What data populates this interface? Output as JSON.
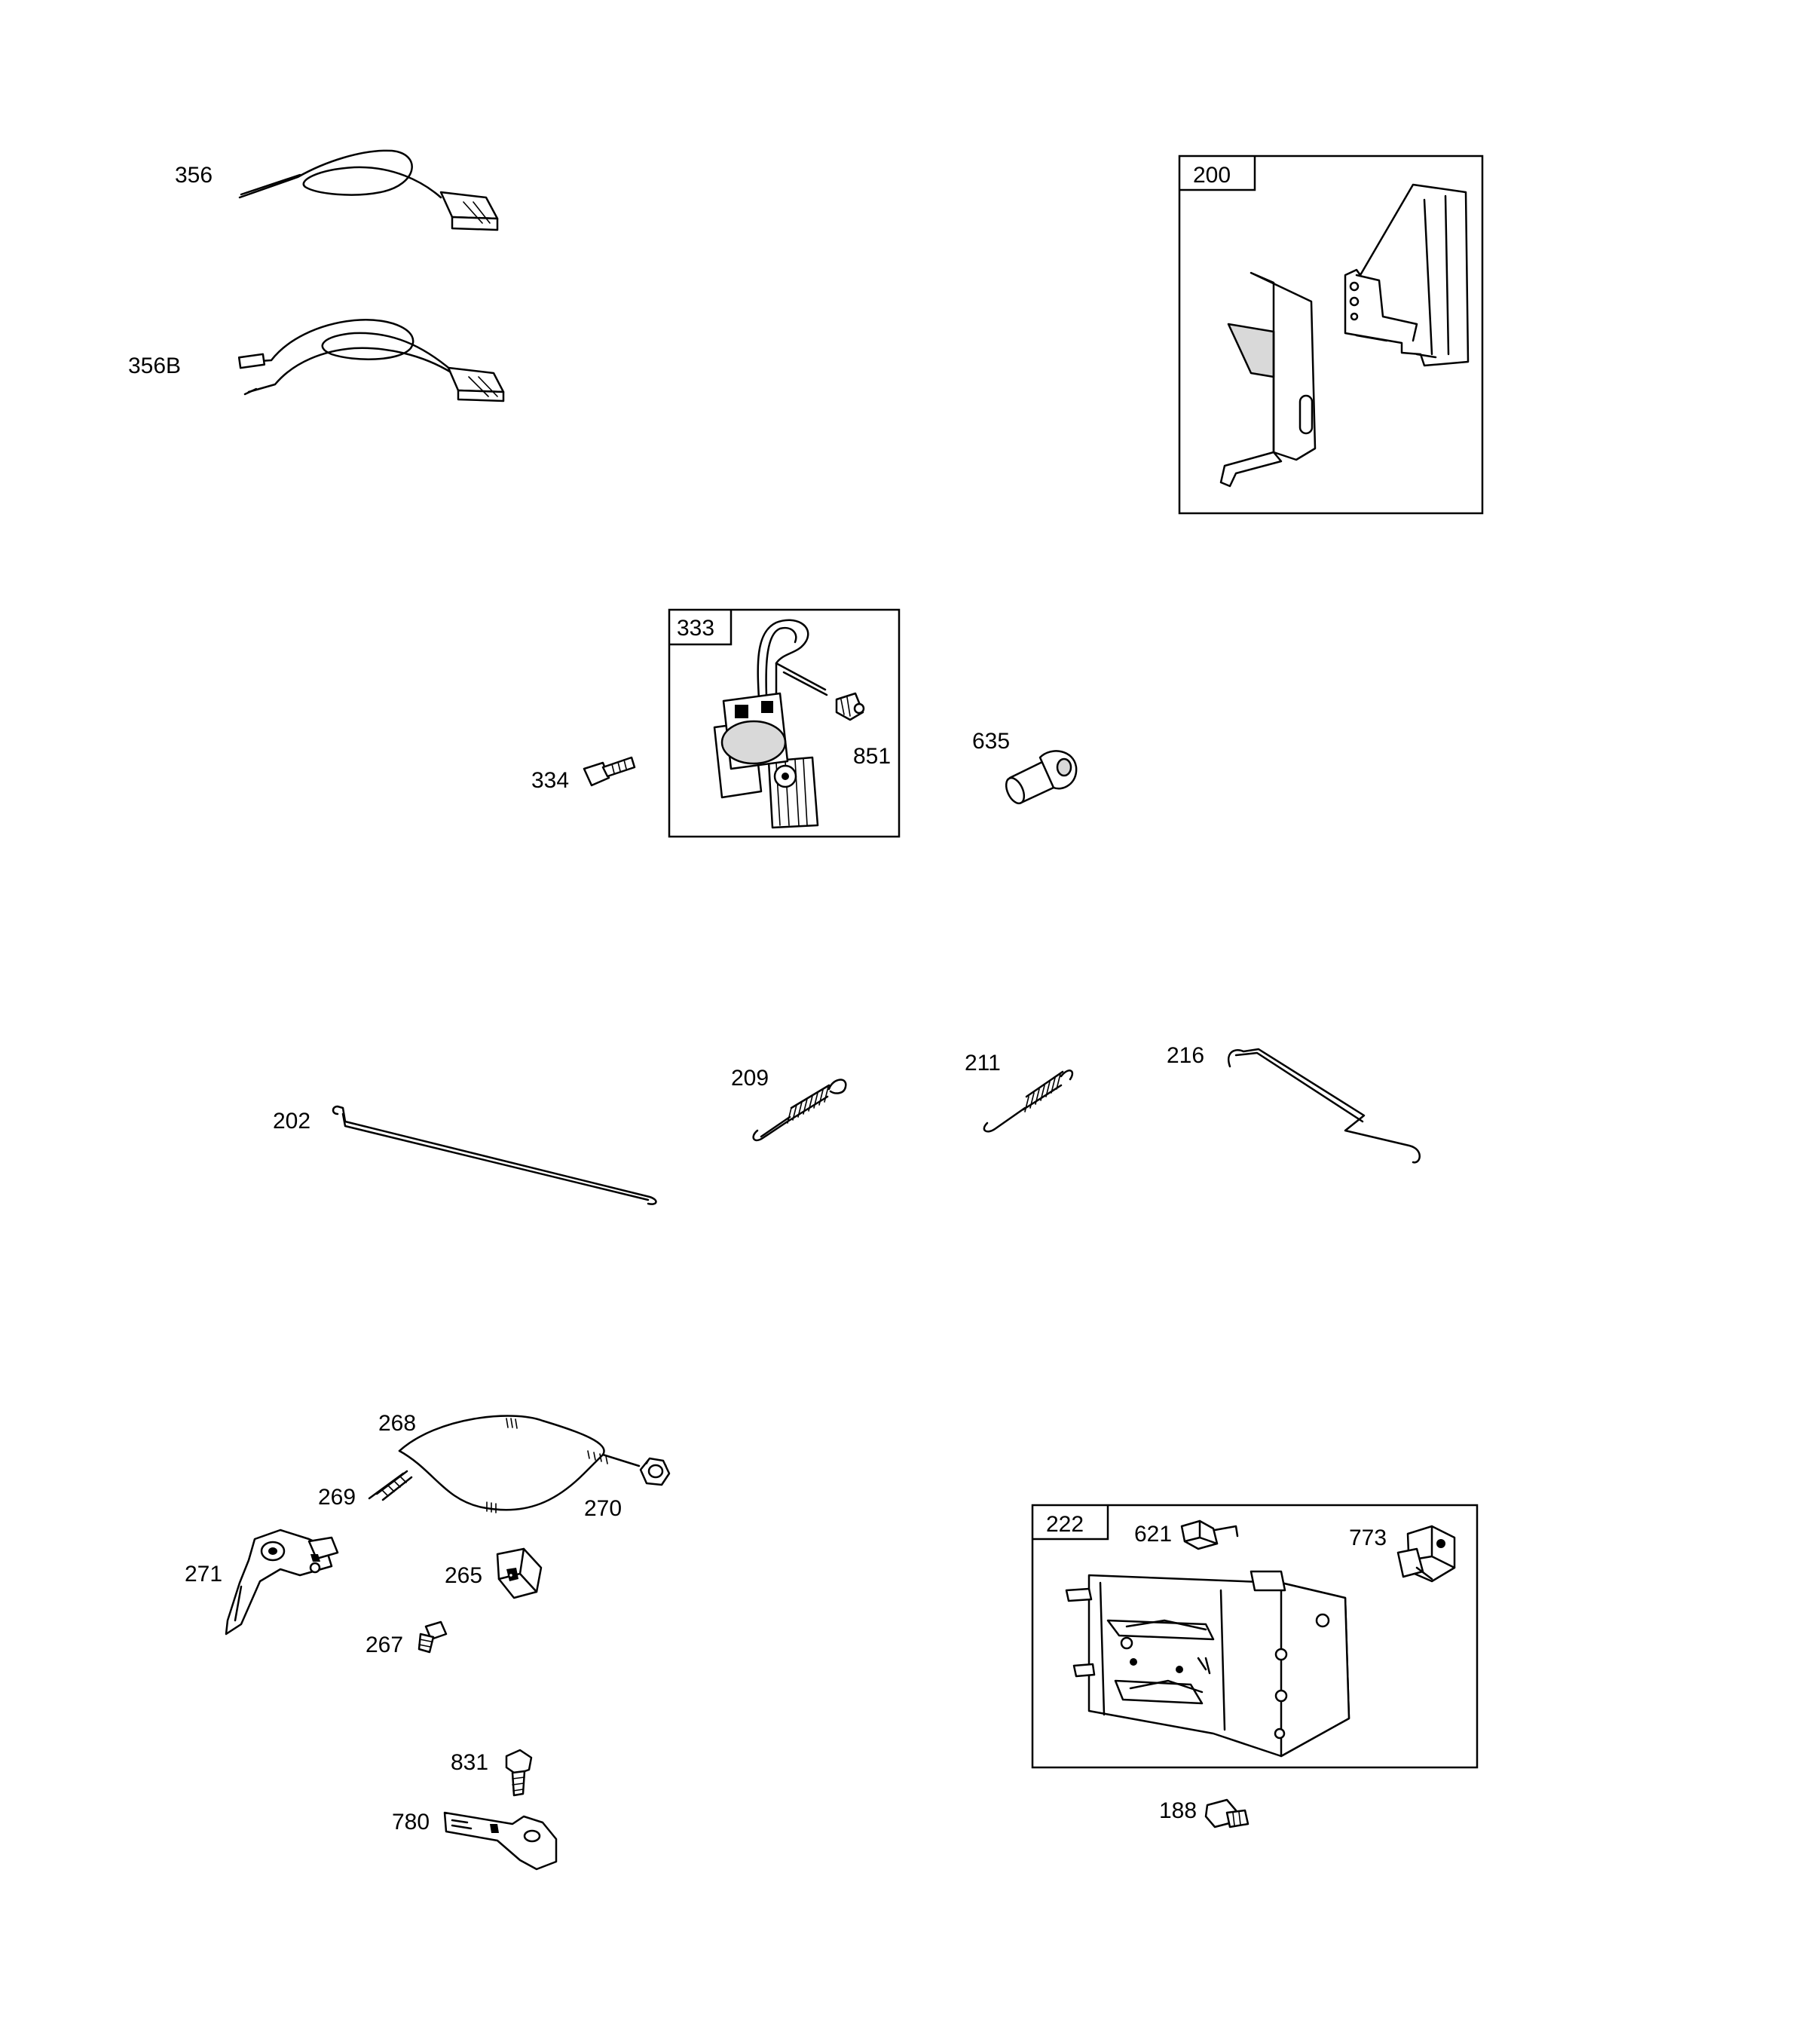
{
  "parts": {
    "p356": "356",
    "p356b": "356B",
    "p200": "200",
    "p333": "333",
    "p334": "334",
    "p851": "851",
    "p635": "635",
    "p202": "202",
    "p209": "209",
    "p211": "211",
    "p216": "216",
    "p268": "268",
    "p269": "269",
    "p270": "270",
    "p271": "271",
    "p265": "265",
    "p267": "267",
    "p831": "831",
    "p780": "780",
    "p222": "222",
    "p621": "621",
    "p773": "773",
    "p188": "188"
  },
  "colors": {
    "line": "#000000",
    "background": "#ffffff",
    "shade": "#d9d9d9"
  }
}
